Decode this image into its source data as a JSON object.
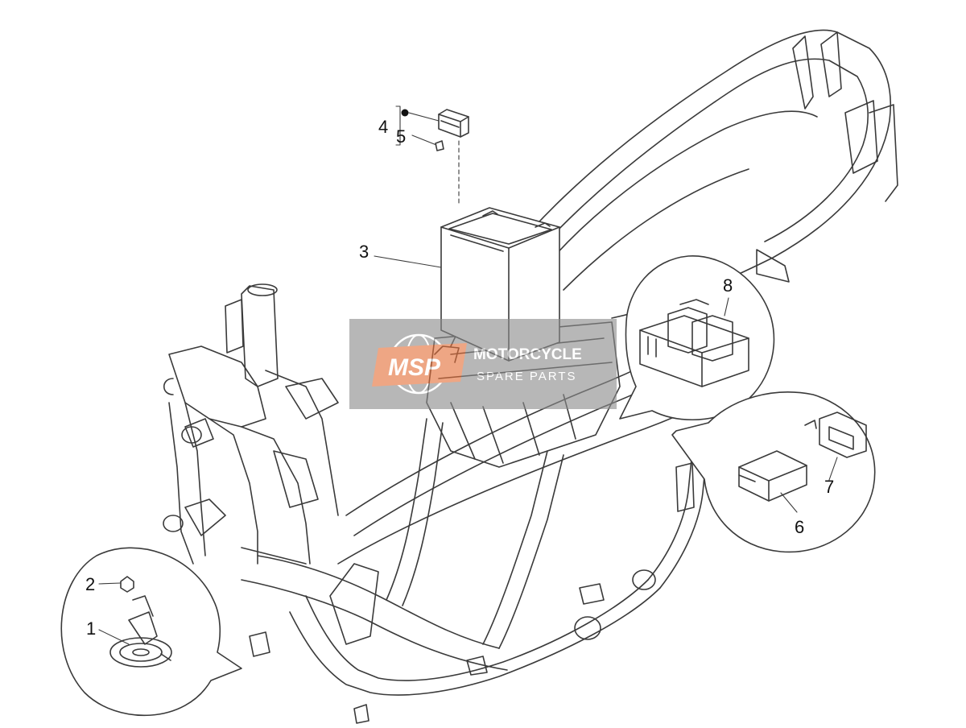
{
  "diagram": {
    "callouts": [
      "1",
      "2",
      "3",
      "4",
      "5",
      "6",
      "7",
      "8"
    ]
  },
  "watermark": {
    "logo_text": "MSP",
    "brand_line": "MOTORCYCLE",
    "sub_line": "SPARE PARTS"
  },
  "colors": {
    "line": "#3a3a3a",
    "watermark_bg": "#8c8c8c",
    "watermark_accent": "#e4703a"
  }
}
